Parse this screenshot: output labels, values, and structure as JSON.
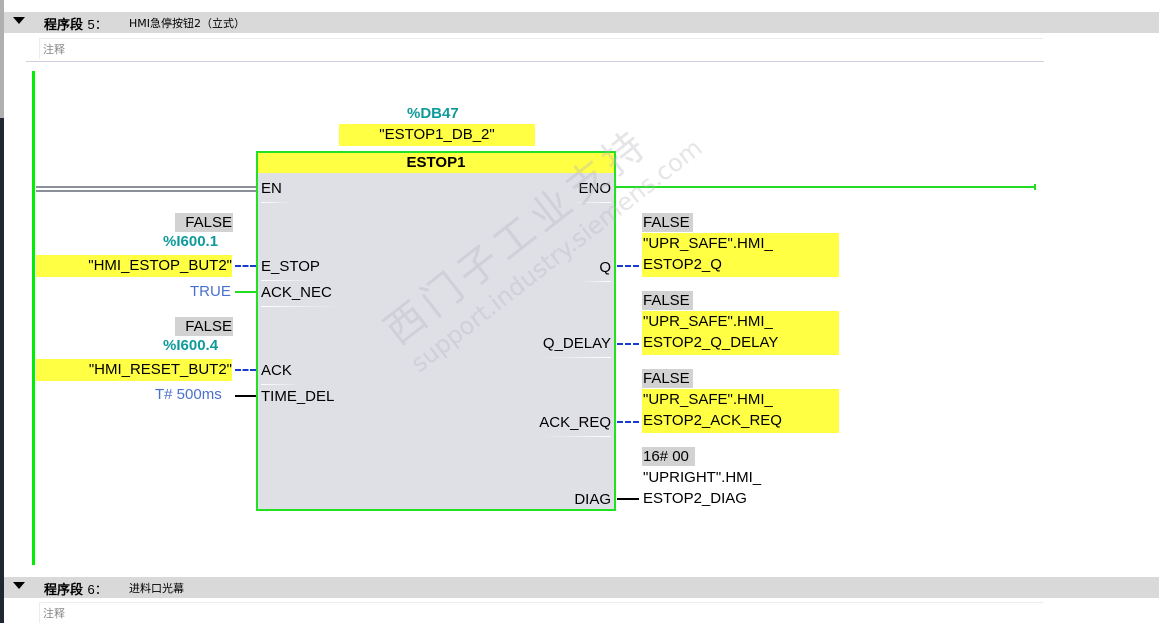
{
  "networks": [
    {
      "label": "程序段",
      "number": "5：",
      "title": "HMI急停按钮2（立式）",
      "comment_placeholder": "注释"
    },
    {
      "label": "程序段",
      "number": "6：",
      "title": "进料口光幕",
      "comment_placeholder": "注释"
    }
  ],
  "block": {
    "instance_address": "%DB47",
    "instance_name": "\"ESTOP1_DB_2\"",
    "type": "ESTOP1",
    "pins_left": [
      "EN",
      "E_STOP",
      "ACK_NEC",
      "ACK",
      "TIME_DEL"
    ],
    "pins_right": [
      "ENO",
      "Q",
      "Q_DELAY",
      "ACK_REQ",
      "DIAG"
    ]
  },
  "inputs": {
    "e_stop": {
      "status": "FALSE",
      "address": "%I600.1",
      "tag": "\"HMI_ESTOP_BUT2\""
    },
    "ack_nec": {
      "value": "TRUE"
    },
    "ack": {
      "status": "FALSE",
      "address": "%I600.4",
      "tag": "\"HMI_RESET_BUT2\""
    },
    "time_del": {
      "value": "T# 500ms"
    }
  },
  "outputs": {
    "q": {
      "status": "FALSE",
      "tag_line1": "\"UPR_SAFE\".HMI_",
      "tag_line2": "ESTOP2_Q"
    },
    "q_delay": {
      "status": "FALSE",
      "tag_line1": "\"UPR_SAFE\".HMI_",
      "tag_line2": "ESTOP2_Q_DELAY"
    },
    "ack_req": {
      "status": "FALSE",
      "tag_line1": "\"UPR_SAFE\".HMI_",
      "tag_line2": "ESTOP2_ACK_REQ"
    },
    "diag": {
      "status": "16# 00",
      "tag_line1": "\"UPRIGHT\".HMI_",
      "tag_line2": "ESTOP2_DIAG"
    }
  },
  "watermark": {
    "line1": "西门子工业支持",
    "line2": "support.industry.siemens.com"
  },
  "colors": {
    "power_flow": "#22dd22",
    "tag_highlight": "#ffff44",
    "status_bg": "#d2d2d2",
    "address": "#0f9a9a",
    "constant": "#4a6fd0",
    "dashed_wire": "#1a3bd0"
  }
}
